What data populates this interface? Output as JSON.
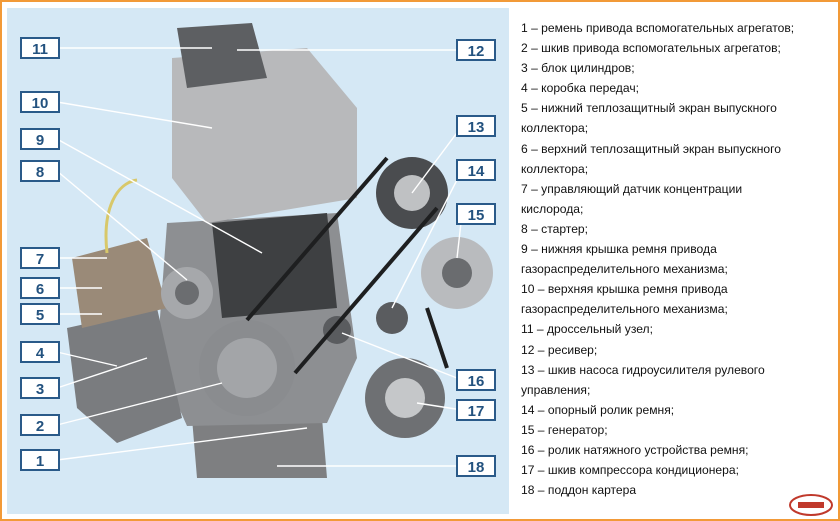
{
  "labels": [
    "1",
    "2",
    "3",
    "4",
    "5",
    "6",
    "7",
    "8",
    "9",
    "10",
    "11",
    "12",
    "13",
    "14",
    "15",
    "16",
    "17",
    "18"
  ],
  "legend": [
    "1 – ремень привода вспомогательных агрегатов;",
    "2 – шкив привода вспомогательных агрегатов;",
    "3 – блок цилиндров;",
    "4 – коробка передач;",
    "5 – нижний теплозащитный экран выпускного\nколлектора;",
    "6 – верхний теплозащитный экран выпускного\nколлектора;",
    "7 – управляющий датчик концентрации\nкислорода;",
    "8 – стартер;",
    "9 – нижняя крышка ремня привода\nгазораспределительного механизма;",
    "10 – верхняя крышка ремня привода\nгазораспределительного механизма;",
    "11 – дроссельный узел;",
    "12 – ресивер;",
    "13 – шкив насоса гидроусилителя рулевого\nуправления;",
    "14 – опорный ролик ремня;",
    "15 – генератор;",
    "16 – ролик натяжного устройства ремня;",
    "17 – шкив компрессора кондиционера;",
    "18 – поддон картера"
  ],
  "colors": {
    "frame_border": "#f29a38",
    "photo_background": "#d5e8f5",
    "label_border": "#2a5a89",
    "label_text": "#23527f",
    "leader_line": "#ffffff"
  },
  "logo": {
    "icon": "site-logo-icon"
  }
}
